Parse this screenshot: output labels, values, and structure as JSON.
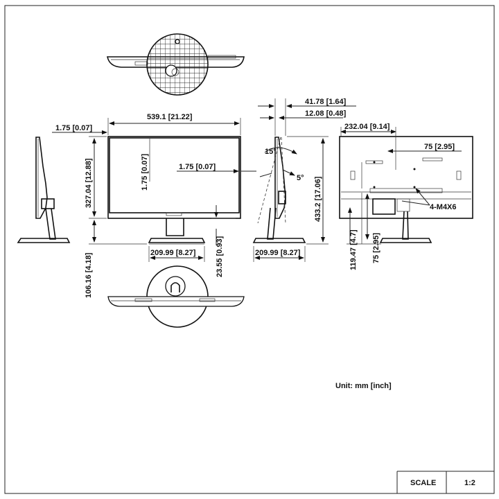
{
  "dimensions": {
    "width_total": "539.1  [21.22]",
    "bezel_top_left": "1.75  [0.07]",
    "bezel_vertical": "1.75  [0.07]",
    "bezel_side_right": "1.75 [0.07]",
    "screen_height": "327.04  [12.88]",
    "stand_offset": "106.16  [4.18]",
    "base_width_front": "209.99 [8.27]",
    "bottom_gap": "23.55  [0.93]",
    "depth_total": "41.78 [1.64]",
    "depth_panel": "12.08 [0.48]",
    "tilt_back": "15°",
    "tilt_forward": "5°",
    "height_total": "433.2 [17.06]",
    "base_width_side": "209.99 [8.27]",
    "mount_offset": "232.04 [9.14]",
    "vesa_horizontal": "75  [2.95]",
    "vesa_vertical": "75  [2.95]",
    "vesa_bottom": "119.47  [4.7]",
    "screw_spec": "4-M4X6"
  },
  "notes": {
    "unit": "Unit: mm [inch]"
  },
  "title_block": {
    "scale_label": "SCALE",
    "scale_value": "1:2"
  }
}
